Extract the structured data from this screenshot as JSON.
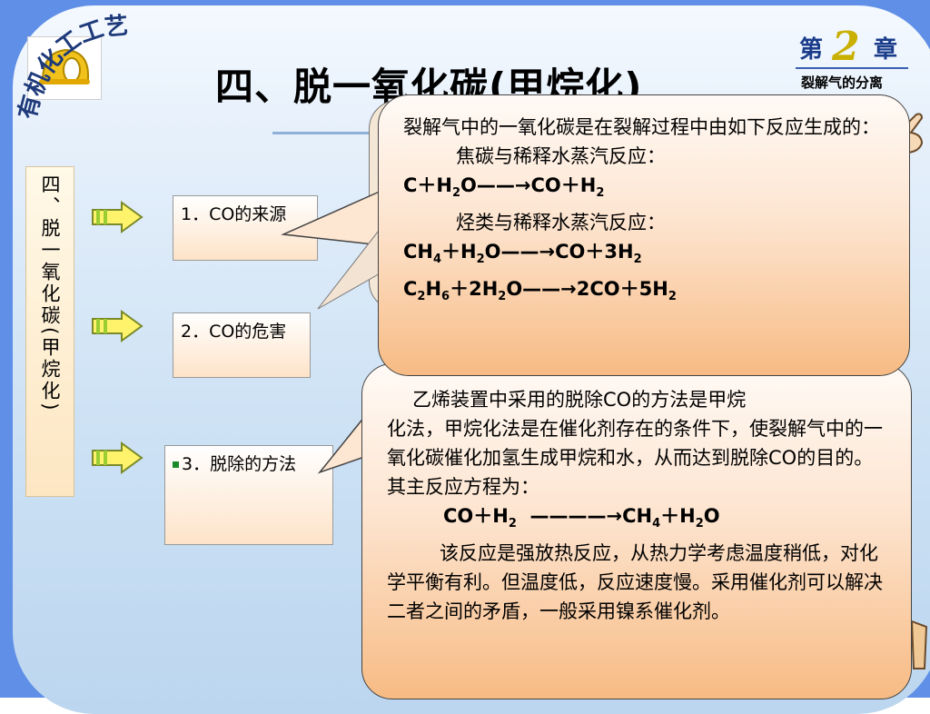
{
  "header": {
    "title": "四、脱一氧化碳(甲烷化)",
    "logo_text": "有机化工工艺",
    "chapter_prefix": "第",
    "chapter_number": "2",
    "chapter_suffix": "章",
    "chapter_subtitle": "裂解气的分离"
  },
  "sidebar": {
    "label": "四、脱一氧化碳(甲烷化)"
  },
  "topics": [
    {
      "label": "1．CO的来源"
    },
    {
      "label": "2．CO的危害"
    },
    {
      "label": "3．脱除的方法"
    }
  ],
  "callout_top": {
    "intro": "裂解气中的一氧化碳是在裂解过程中由如下反应生成的：",
    "reaction1_title": "焦碳与稀释水蒸汽反应：",
    "reaction2_title": "烃类与稀释水蒸汽反应："
  },
  "callout_bottom": {
    "first_line": "乙烯装置中采用的脱除CO的方法是甲烷",
    "body": "化法，甲烷化法是在催化剂存在的条件下，使裂解气中的一氧化碳催化加氢生成甲烷和水，从而达到脱除CO的目的。其主反应方程为：",
    "explanation": "该反应是强放热反应，从热力学考虑温度稍低，对化学平衡有利。但温度低，反应速度慢。采用催化剂可以解决二者之间的矛盾，一般采用镍系催化剂。"
  },
  "colors": {
    "frame": "#5f8fe6",
    "bubble_bottom": "#f7bb84",
    "chapter_blue": "#1a3c8a"
  }
}
